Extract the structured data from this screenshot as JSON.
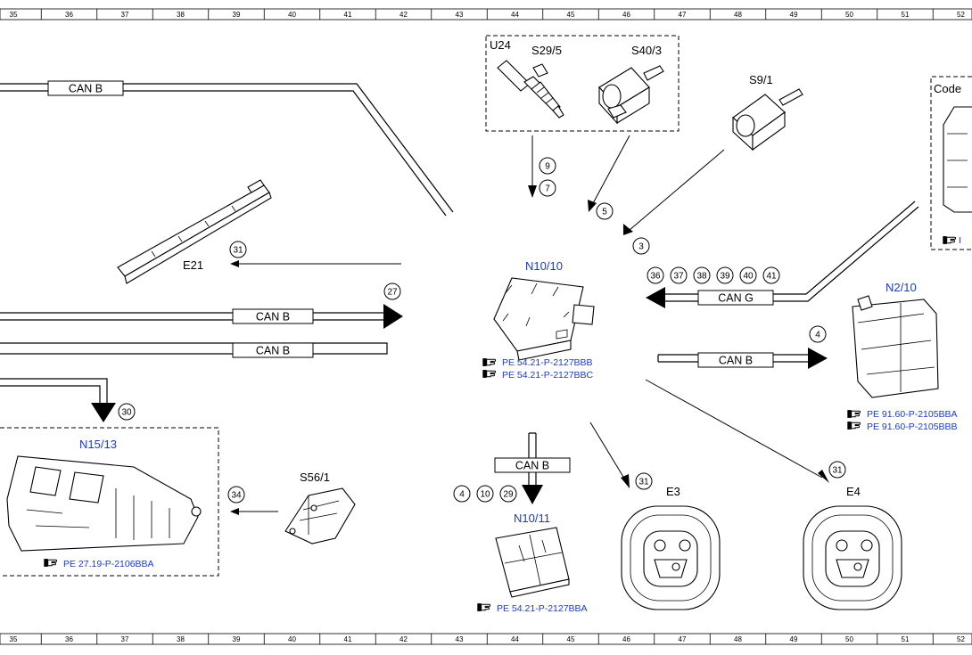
{
  "ruler": {
    "numbers": [
      "35",
      "36",
      "37",
      "38",
      "39",
      "40",
      "41",
      "42",
      "43",
      "44",
      "45",
      "46",
      "47",
      "48",
      "49",
      "50",
      "51",
      "52"
    ]
  },
  "components": {
    "u24": {
      "label": "U24"
    },
    "s29_5": {
      "label": "S29/5"
    },
    "s40_3": {
      "label": "S40/3"
    },
    "s9_1": {
      "label": "S9/1"
    },
    "e21": {
      "label": "E21"
    },
    "n10_10": {
      "label": "N10/10",
      "refs": [
        "PE 54.21-P-2127BBB",
        "PE 54.21-P-2127BBC"
      ]
    },
    "n2_10": {
      "label": "N2/10",
      "refs": [
        "PE 91.60-P-2105BBA",
        "PE 91.60-P-2105BBB"
      ]
    },
    "n15_13": {
      "label": "N15/13",
      "refs": [
        "PE 27.19-P-2106BBA"
      ]
    },
    "s56_1": {
      "label": "S56/1"
    },
    "n10_11": {
      "label": "N10/11",
      "refs": [
        "PE 54.21-P-2127BBA"
      ]
    },
    "e3": {
      "label": "E3"
    },
    "e4": {
      "label": "E4"
    },
    "code": {
      "label": "Code"
    }
  },
  "can": {
    "b": "CAN B",
    "g": "CAN G"
  },
  "circles": {
    "c9": "9",
    "c7": "7",
    "c5": "5",
    "c3": "3",
    "c31a": "31",
    "c27": "27",
    "c36": "36",
    "c37": "37",
    "c38": "38",
    "c39": "39",
    "c40": "40",
    "c41": "41",
    "c4": "4",
    "c30": "30",
    "c34": "34",
    "c4b": "4",
    "c10": "10",
    "c29": "29",
    "c31b": "31",
    "c31c": "31"
  },
  "icons": {
    "ref": "pointing-hand-icon"
  },
  "colors": {
    "label_blue": "#1d3ac8",
    "line": "#000000"
  }
}
